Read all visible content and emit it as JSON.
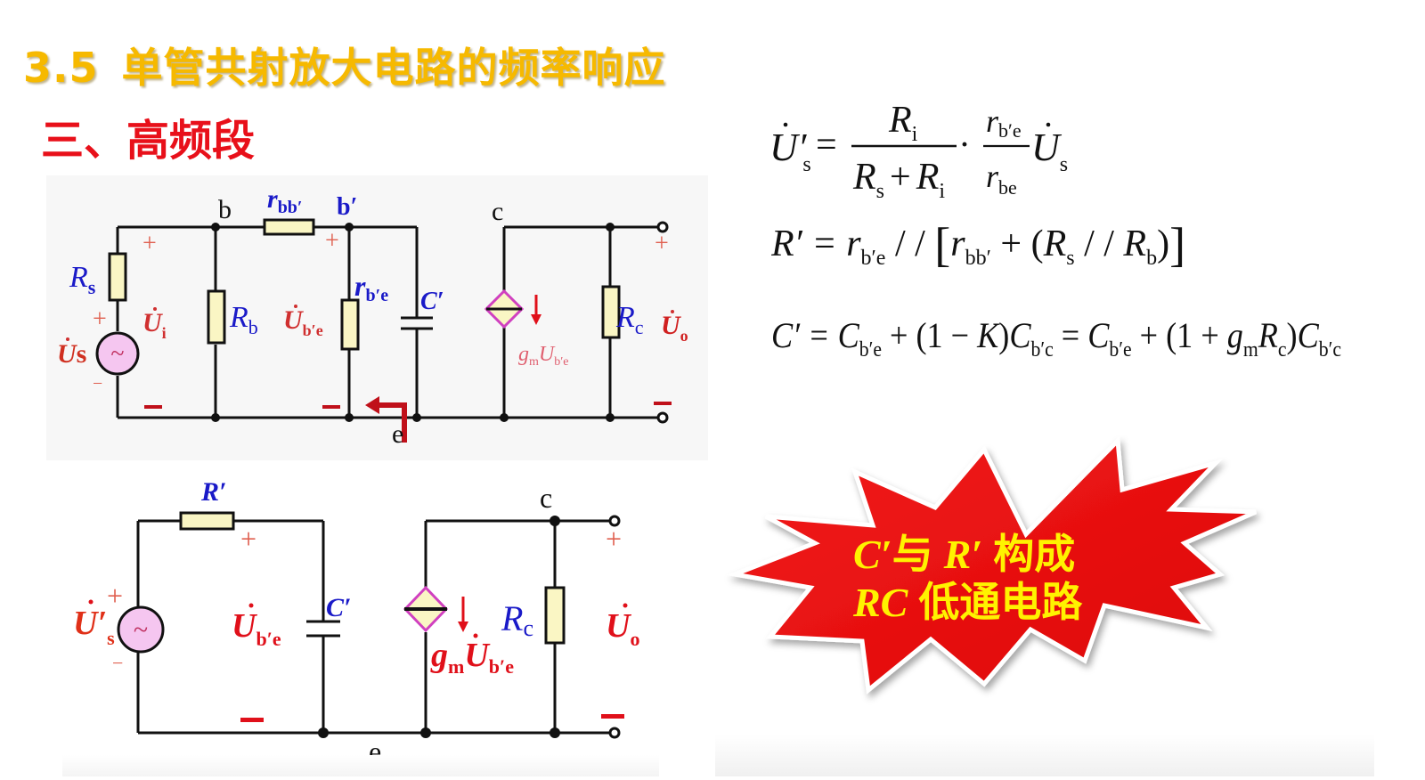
{
  "slide": {
    "section_number": "3.5",
    "title": "单管共射放大电路的频率响应",
    "subtitle": "三、高频段",
    "colors": {
      "title": "#F6B900",
      "subtitle": "#E8101A",
      "starburst_fill": "#EE1111",
      "starburst_text": "#FFF200",
      "label_blue": "#1A1AC8",
      "label_red": "#E0101A",
      "resistor_fill": "#FAF6C4",
      "source_fill": "#F5C6F0",
      "dependent_source_stroke": "#D040C0"
    }
  },
  "circuit_top": {
    "nodes": {
      "b": "b",
      "b_prime": "b′",
      "c": "c",
      "e": "e"
    },
    "components": {
      "Rs": {
        "main": "R",
        "sub": "s"
      },
      "Rb": {
        "main": "R",
        "sub": "b"
      },
      "rbb": {
        "main": "r",
        "sub": "bb′"
      },
      "rbe": {
        "main": "r",
        "sub": "b′e"
      },
      "C": {
        "main": "C′"
      },
      "Rc": {
        "main": "R",
        "sub": "c"
      },
      "gm": {
        "main": "g",
        "sub": "m",
        "var": "U",
        "var_sub": "b′e"
      }
    },
    "voltages": {
      "Us": {
        "main": "U",
        "sub": "s"
      },
      "Ui": {
        "main": "U",
        "sub": "i"
      },
      "Ube": {
        "main": "U",
        "sub": "b′e"
      },
      "Uo": {
        "main": "U",
        "sub": "o"
      }
    },
    "signs": {
      "plus": "+",
      "minus": "−"
    }
  },
  "circuit_bottom": {
    "nodes": {
      "c": "c",
      "e": "e"
    },
    "components": {
      "R_prime": {
        "main": "R′"
      },
      "C_prime": {
        "main": "C′"
      },
      "Rc": {
        "main": "R",
        "sub": "c"
      },
      "gm": {
        "main": "g",
        "sub": "m",
        "var": "U",
        "var_sub": "b′e"
      }
    },
    "voltages": {
      "Us_prime": {
        "main": "U′",
        "sub": "s"
      },
      "Ube": {
        "main": "U",
        "sub": "b′e"
      },
      "Uo": {
        "main": "U",
        "sub": "o"
      }
    },
    "signs": {
      "plus": "+",
      "minus": "−"
    }
  },
  "formulas": {
    "us_prime": {
      "lhs_main": "U′",
      "lhs_sub": "s",
      "eq": "=",
      "frac1_num_main": "R",
      "frac1_num_sub": "i",
      "frac1_den_a": "R",
      "frac1_den_a_sub": "s",
      "frac1_den_plus": "+",
      "frac1_den_b": "R",
      "frac1_den_b_sub": "i",
      "dot": "·",
      "frac2_num_main": "r",
      "frac2_num_sub": "b′e",
      "frac2_den_main": "r",
      "frac2_den_sub": "be",
      "rhs_main": "U",
      "rhs_sub": "s"
    },
    "r_prime": {
      "text_lhs": "R′ = ",
      "r1": "r",
      "r1_sub": "b′e",
      "par": " / / ",
      "lb": "[",
      "r2": "r",
      "r2_sub": "bb′",
      "plus": " + (",
      "r3": "R",
      "r3_sub": "s",
      "par2": " / / ",
      "r4": "R",
      "r4_sub": "b",
      "close": ")",
      "rb": "]"
    },
    "c_prime": {
      "lhs": "C′ = ",
      "c1": "C",
      "c1_sub": "b′e",
      "mid1": " + (1 − ",
      "k": "K",
      "mid2": ")",
      "c2": "C",
      "c2_sub": "b′c",
      "eq2": " = ",
      "c3": "C",
      "c3_sub": "b′e",
      "mid3": " + (1 + ",
      "g": "g",
      "g_sub": "m",
      "r": "R",
      "r_sub": "c",
      "mid4": ")",
      "c4": "C",
      "c4_sub": "b′c"
    }
  },
  "callout": {
    "line1_c": "C′",
    "line1_and": "与",
    "line1_r": "R′",
    "line1_rest": "构成",
    "line2_rc": "RC",
    "line2_rest": "低通电路"
  }
}
